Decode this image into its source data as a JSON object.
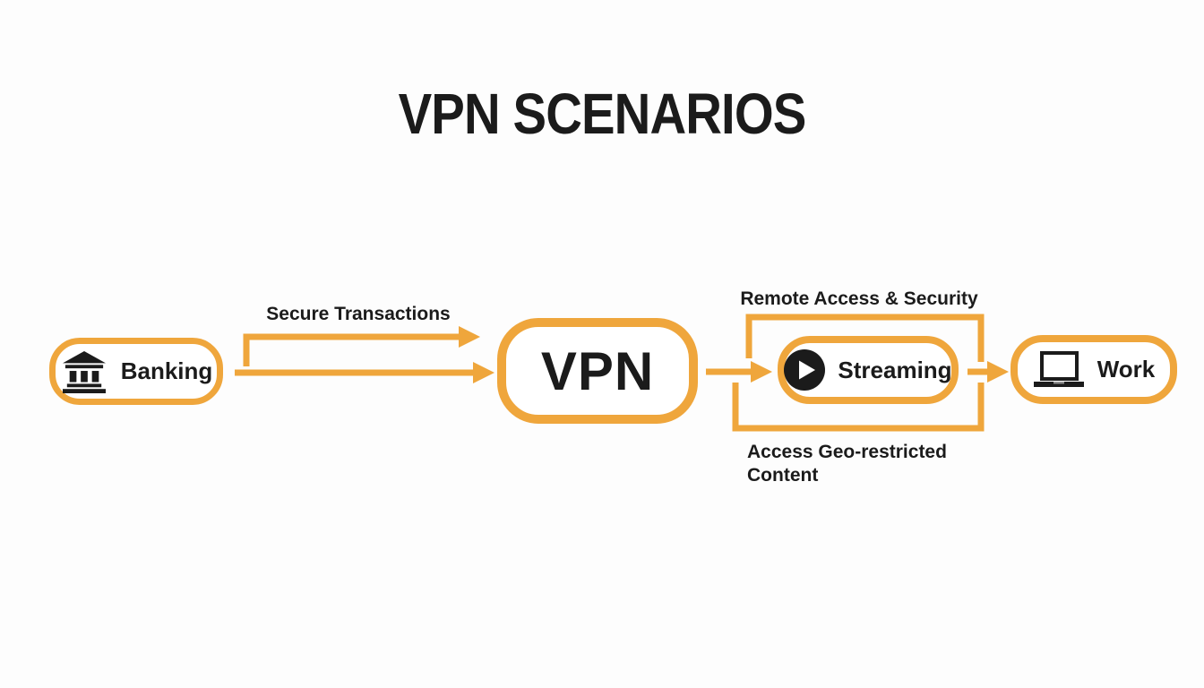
{
  "title": "VPN SCENARIOS",
  "colors": {
    "accent": "#EFA63C",
    "ink": "#1B1B1B",
    "bg": "#FDFDFD"
  },
  "nodes": {
    "banking": {
      "label": "Banking",
      "icon": "bank-icon"
    },
    "vpn": {
      "label": "VPN"
    },
    "streaming": {
      "label": "Streaming",
      "icon": "play-icon"
    },
    "work": {
      "label": "Work",
      "icon": "laptop-icon"
    }
  },
  "edge_labels": {
    "secure": "Secure Transactions",
    "remote": "Remote Access & Security",
    "geo": "Access Geo-restricted Content"
  }
}
